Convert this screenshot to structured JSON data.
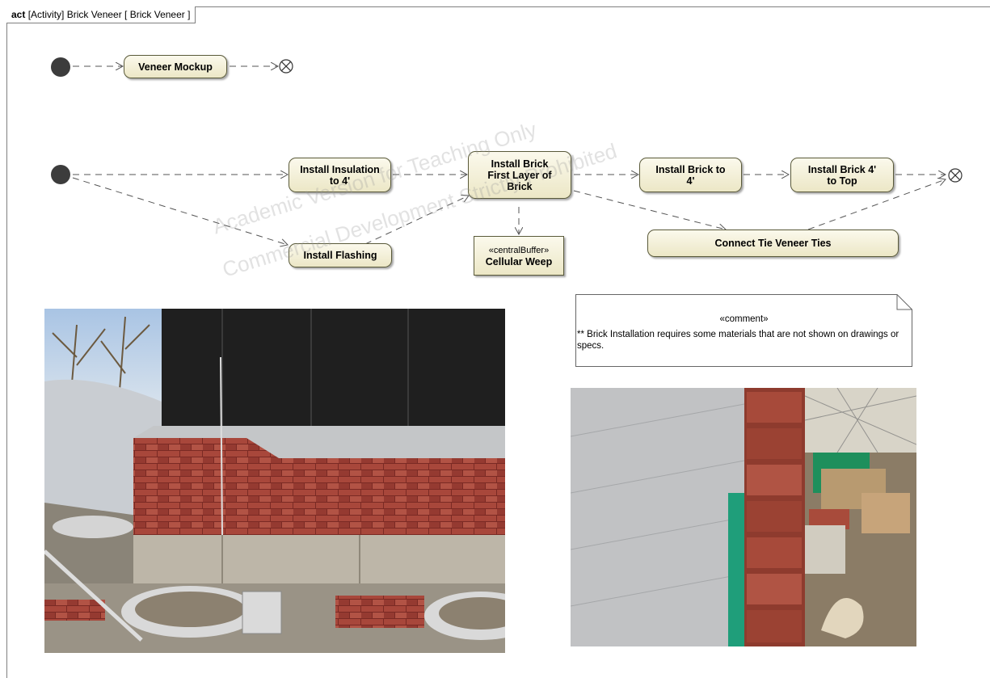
{
  "frame": {
    "kind": "act",
    "title": "[Activity] Brick Veneer [ Brick Veneer ]"
  },
  "nodes": {
    "veneer_mockup": "Veneer Mockup",
    "install_insulation": "Install Insulation to 4'",
    "install_brick_first": "Install Brick First Layer of Brick",
    "install_brick_to_4": "Install Brick to 4'",
    "install_brick_4_top": "Install Brick 4' to Top",
    "install_flashing": "Install Flashing",
    "connect_ties": "Connect Tie Veneer Ties",
    "buffer_stereotype": "«centralBuffer»",
    "buffer_name": "Cellular Weep"
  },
  "comment": {
    "stereotype": "«comment»",
    "text": "** Brick Installation requires some materials that are not shown on drawings or specs."
  },
  "watermark": {
    "line1": "Academic Version for Teaching Only",
    "line2": "Commercial Development Strictly Prohibited"
  },
  "colors": {
    "node_fill": "#f4f1d8",
    "node_border": "#5a5a3a",
    "edge": "#555555",
    "initial": "#3c3c3c"
  }
}
